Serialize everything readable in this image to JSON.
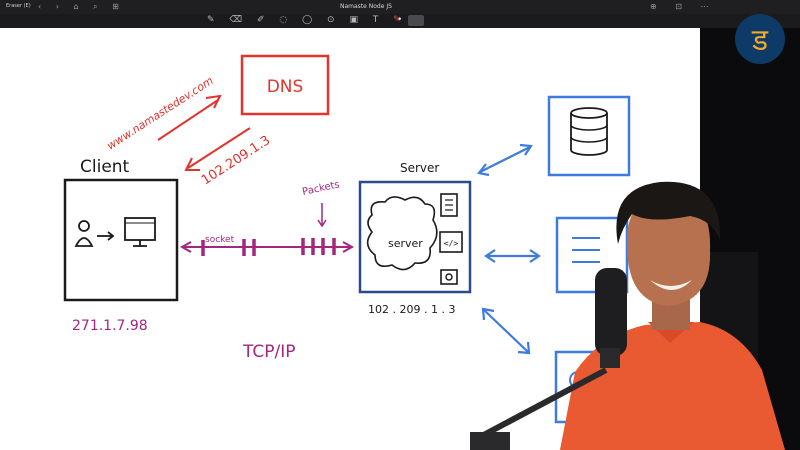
{
  "window": {
    "tool_label": "Eraser (E)",
    "title": "Namaste Node JS",
    "title_chevron": "⌄"
  },
  "toolbar": {
    "tools": [
      "pen",
      "eraser",
      "highlighter",
      "lasso",
      "shapes",
      "stamp",
      "image",
      "text",
      "marker"
    ],
    "active_color": "#e04545"
  },
  "diagram": {
    "dns_label": "DNS",
    "url_text": "www.namastedev.com",
    "dns_ip": "102.209.1.3",
    "client_label": "Client",
    "server_label": "Server",
    "server_inner_label": "server",
    "packets_label": "Packets",
    "socket_label": "socket",
    "client_ip": "271.1.7.98",
    "server_ip": "102 . 209 . 1 . 3",
    "protocol_label": "TCP/IP",
    "colors": {
      "red": "#e0342c",
      "blue": "#3d7be0",
      "purple": "#a3267f",
      "ink": "#1a1a1a"
    }
  },
  "logo": {
    "glyph": "ड",
    "color": "#f2a92c"
  }
}
